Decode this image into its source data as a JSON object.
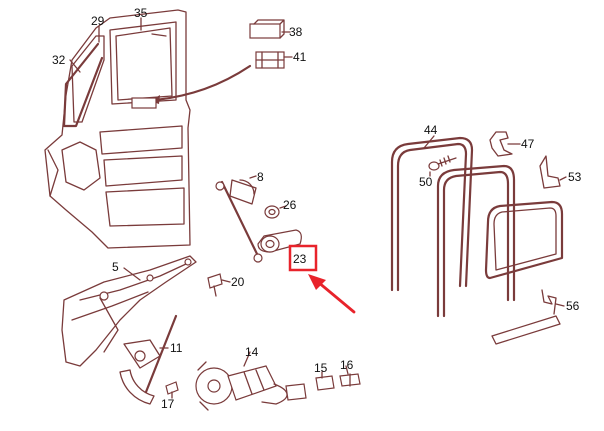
{
  "diagram": {
    "parts": [
      {
        "id": "p29",
        "label": "29"
      },
      {
        "id": "p35",
        "label": "35"
      },
      {
        "id": "p32",
        "label": "32"
      },
      {
        "id": "p38",
        "label": "38"
      },
      {
        "id": "p41",
        "label": "41"
      },
      {
        "id": "p8",
        "label": "8"
      },
      {
        "id": "p26",
        "label": "26"
      },
      {
        "id": "p23",
        "label": "23"
      },
      {
        "id": "p5",
        "label": "5"
      },
      {
        "id": "p20",
        "label": "20"
      },
      {
        "id": "p11",
        "label": "11"
      },
      {
        "id": "p14",
        "label": "14"
      },
      {
        "id": "p15",
        "label": "15"
      },
      {
        "id": "p16",
        "label": "16"
      },
      {
        "id": "p17",
        "label": "17"
      },
      {
        "id": "p44",
        "label": "44"
      },
      {
        "id": "p47",
        "label": "47"
      },
      {
        "id": "p50",
        "label": "50"
      },
      {
        "id": "p53",
        "label": "53"
      },
      {
        "id": "p56",
        "label": "56"
      }
    ],
    "highlight": {
      "label": "23",
      "color": "#e8232b"
    },
    "line_color": "#7a3b3b"
  }
}
